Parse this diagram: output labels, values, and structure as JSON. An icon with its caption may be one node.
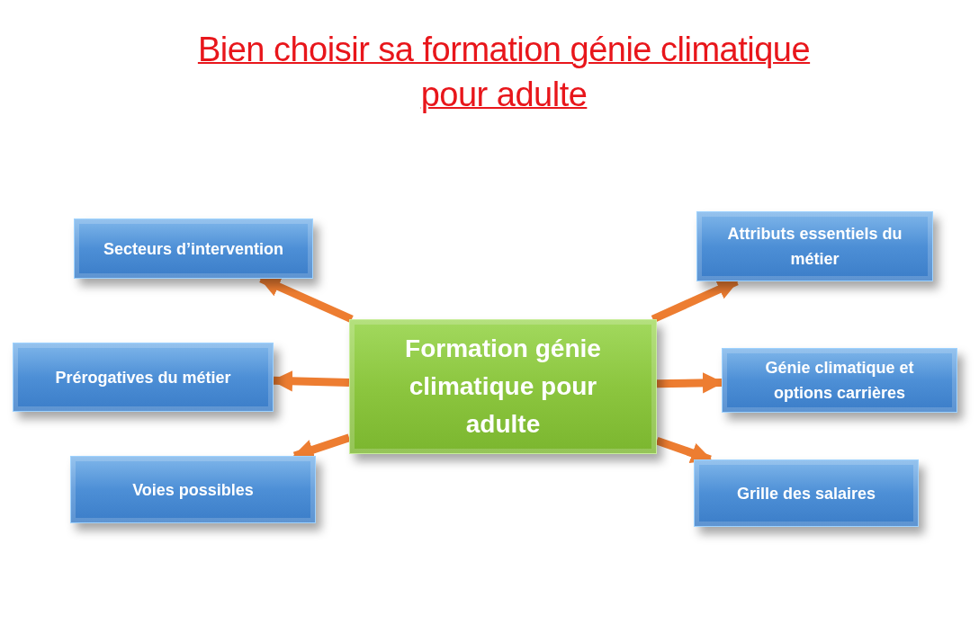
{
  "diagram": {
    "title": "Bien choisir sa formation génie climatique pour adulte",
    "nodes": [
      {
        "text": [
          "Formation génie climatique pour adulte"
        ]
      },
      {
        "text": [
          "Secteurs d’intervention"
        ]
      },
      {
        "text": [
          "Prérogatives du métier"
        ]
      },
      {
        "text": [
          "Voies possibles"
        ]
      },
      {
        "text": [
          "Attributs essentiels du métier"
        ]
      },
      {
        "text": [
          "Génie climatique et options carrières"
        ]
      },
      {
        "text": [
          "Grille des salaires"
        ]
      }
    ],
    "edges": [
      {
        "from": 0,
        "to": 1,
        "arrow": "to"
      },
      {
        "from": 0,
        "to": 2,
        "arrow": "to"
      },
      {
        "from": 0,
        "to": 3,
        "arrow": "to"
      },
      {
        "from": 0,
        "to": 4,
        "arrow": "to"
      },
      {
        "from": 0,
        "to": 5,
        "arrow": "to"
      },
      {
        "from": 0,
        "to": 6,
        "arrow": "to"
      }
    ]
  }
}
